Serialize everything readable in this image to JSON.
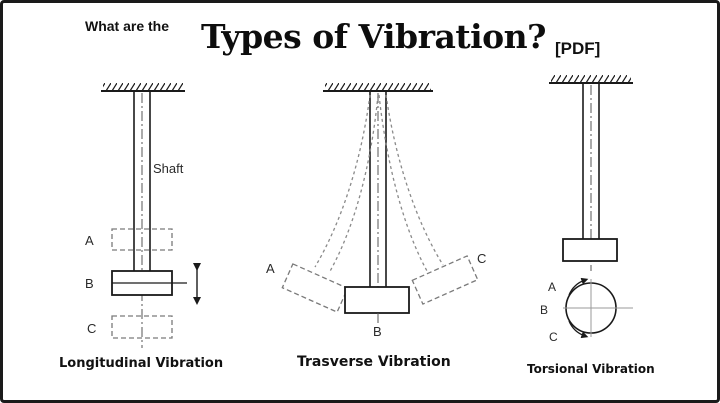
{
  "header": {
    "lead": "What are the",
    "title": "Types of Vibration?",
    "tag": "[PDF]"
  },
  "diagrams": {
    "longitudinal": {
      "shaft_label": "Shaft",
      "labels": [
        "A",
        "B",
        "C"
      ],
      "caption": "Longitudinal Vibration"
    },
    "transverse": {
      "labels": [
        "A",
        "B",
        "C"
      ],
      "caption": "Trasverse Vibration"
    },
    "torsional": {
      "labels": [
        "A",
        "B",
        "C"
      ],
      "caption": "Torsional Vibration"
    }
  },
  "colors": {
    "line": "#1a1a1a",
    "ghost": "#7a7a7a",
    "light": "#a8a8a8",
    "background": "#ffffff"
  }
}
